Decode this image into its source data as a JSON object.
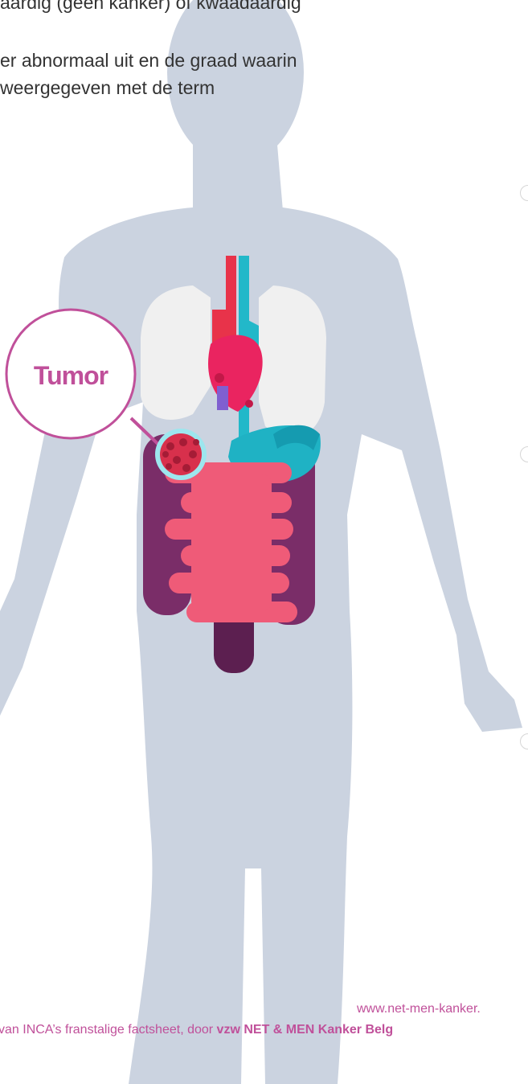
{
  "text": {
    "line1": "aardig (geen kanker) of kwaadaardig",
    "line2": "er abnormaal uit en de graad waarin",
    "line3": "weergegeven met de term"
  },
  "callout": {
    "label": "Tumor"
  },
  "footer": {
    "url": "www.net-men-kanker.",
    "credit_prefix": "van INCA’s franstalige factsheet, door ",
    "credit_org": "vzw NET & MEN Kanker Belg"
  },
  "colors": {
    "silhouette": "#cbd3e0",
    "lungs": "#f0f0f0",
    "artery": "#e8334a",
    "vein": "#22b8c9",
    "heart": "#ea2460",
    "stomach": "#1fb2c4",
    "large_intestine": "#7a2d68",
    "small_intestine": "#ef5b78",
    "callout": "#c0509a",
    "tumor": "#d8304c"
  }
}
